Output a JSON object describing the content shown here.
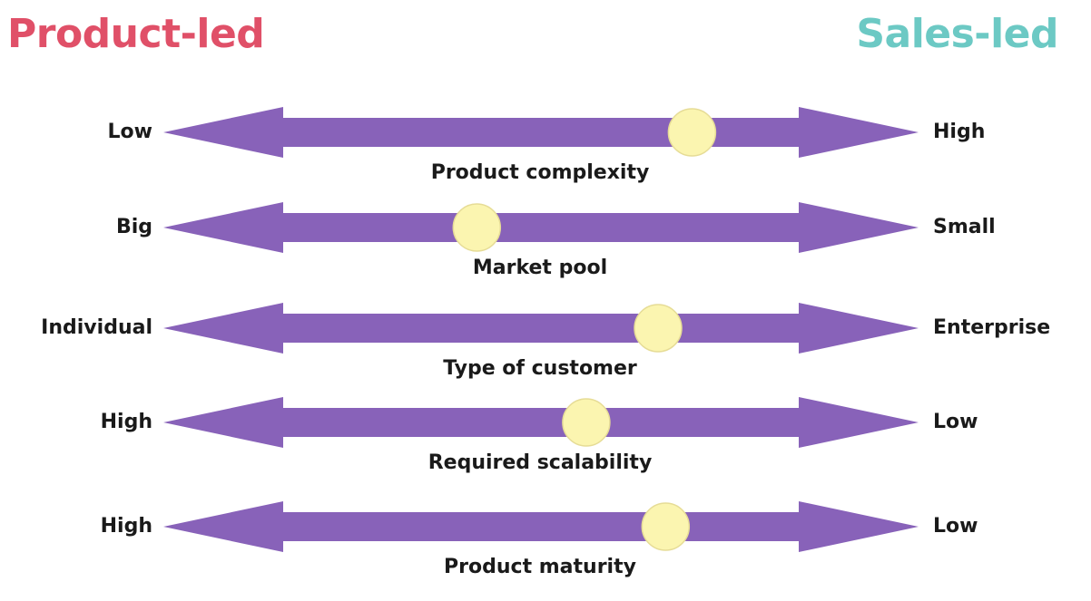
{
  "header": {
    "left_title": "Product-led",
    "right_title": "Sales-led"
  },
  "colors": {
    "product_led": "#e05068",
    "sales_led": "#6cc9c4",
    "arrow": "#8862b9",
    "marker_fill": "#fbf5b0",
    "marker_stroke": "#e6dc96"
  },
  "spectrums": [
    {
      "left_label": "Low",
      "right_label": "High",
      "factor": "Product complexity",
      "position": 0.7
    },
    {
      "left_label": "Big",
      "right_label": "Small",
      "factor": "Market pool",
      "position": 0.415
    },
    {
      "left_label": "Individual",
      "right_label": "Enterprise",
      "factor": "Type of customer",
      "position": 0.655
    },
    {
      "left_label": "High",
      "right_label": "Low",
      "factor": "Required scalability",
      "position": 0.56
    },
    {
      "left_label": "High",
      "right_label": "Low",
      "factor": "Product maturity",
      "position": 0.665
    }
  ]
}
